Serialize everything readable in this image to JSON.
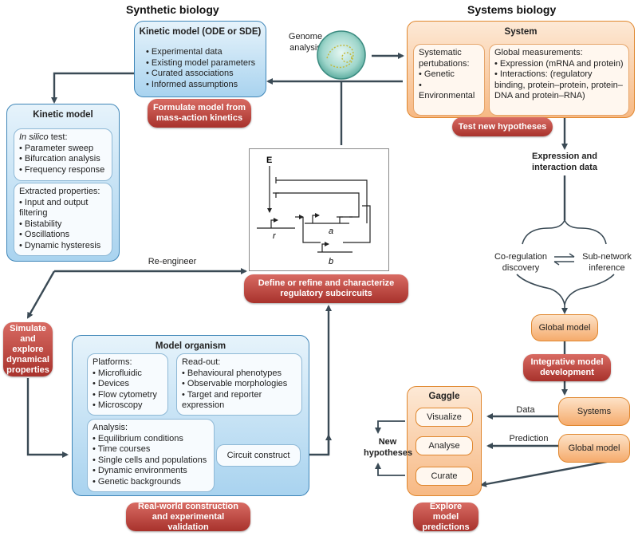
{
  "headers": {
    "synthetic": "Synthetic biology",
    "systems": "Systems biology"
  },
  "genome": {
    "label_line1": "Genome",
    "label_line2": "analysis"
  },
  "kinetic_top": {
    "title": "Kinetic model (ODE or SDE)",
    "items": [
      "Experimental data",
      "Existing model parameters",
      "Curated associations",
      "Informed assumptions"
    ]
  },
  "formulate": "Formulate model from mass-action kinetics",
  "system": {
    "title": "System",
    "left_title": "Systematic pertubations:",
    "left_items": [
      "Genetic",
      "Environmental"
    ],
    "right_title": "Global measurements:",
    "right_items": [
      "Expression (mRNA and protein)",
      "Interactions: (regulatory binding, protein–protein, protein–DNA and protein–RNA)"
    ]
  },
  "test_hyp": "Test new hypotheses",
  "kinetic_left": {
    "title": "Kinetic model",
    "insilico_prefix": "In silico",
    "insilico_suffix": " test:",
    "insilico_items": [
      "Parameter sweep",
      "Bifurcation analysis",
      "Frequency response"
    ],
    "extracted_title": "Extracted properties:",
    "extracted_items": [
      "Input and output filtering",
      "Bistability",
      "Oscillations",
      "Dynamic hysteresis"
    ]
  },
  "circuit": {
    "E": "E",
    "r": "r",
    "a": "a",
    "b": "b"
  },
  "expr_data": "Expression and interaction data",
  "coreg": "Co-regulation discovery",
  "subnet": "Sub-network inference",
  "reengineer": "Re-engineer",
  "define": "Define or refine and characterize regulatory subcircuits",
  "simulate": "Simulate and explore dynamical properties",
  "global_model_top": "Global model",
  "integrative": "Integrative model development",
  "organism": {
    "title": "Model organism",
    "platforms_title": "Platforms:",
    "platforms": [
      "Microfluidic",
      "Devices",
      "Flow cytometry",
      "Microscopy"
    ],
    "readout_title": "Read-out:",
    "readout": [
      "Behavioural phenotypes",
      "Observable morphologies",
      "Target and reporter expression"
    ],
    "analysis_title": "Analysis:",
    "analysis": [
      "Equilibrium conditions",
      "Time courses",
      "Single cells and populations",
      "Dynamic environments",
      "Genetic backgrounds"
    ],
    "circuit_construct": "Circuit construct"
  },
  "gaggle": {
    "title": "Gaggle",
    "items": [
      "Visualize",
      "Analyse",
      "Curate"
    ]
  },
  "new_hyp": "New hypotheses",
  "data_label": "Data",
  "prediction_label": "Prediction",
  "systems_box": "Systems",
  "global_model_bottom": "Global model",
  "realworld": "Real-world construction and experimental validation",
  "explore": "Explore model predictions"
}
